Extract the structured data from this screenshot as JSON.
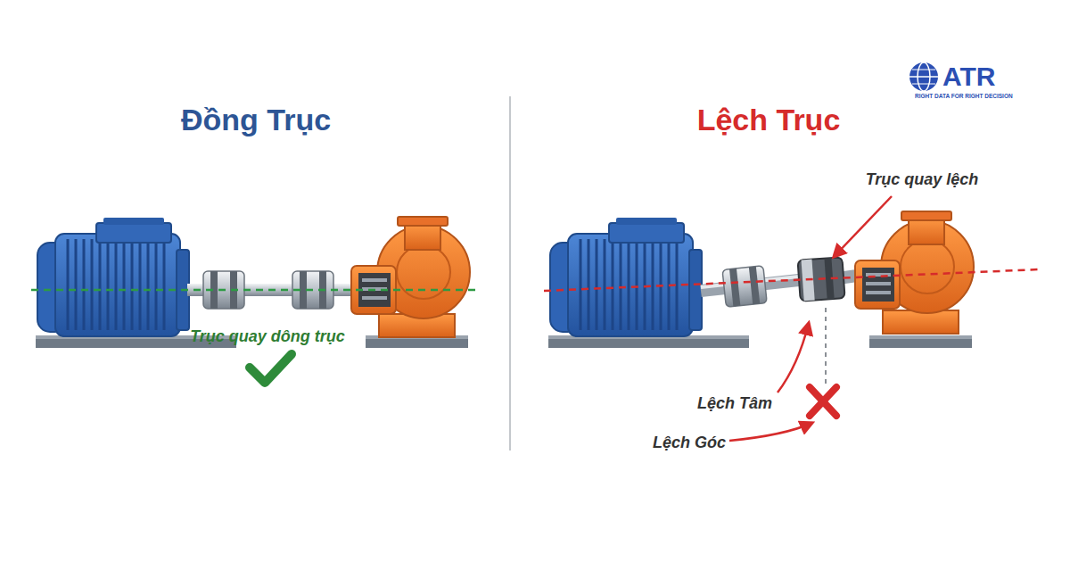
{
  "diagram": {
    "labels": [
      "Đồng Trục",
      "Trục quay dông trục",
      "Lệch Trục",
      "Trục quay lệch",
      "Lệch Tâm",
      "Lệch Góc",
      "ATR",
      "RIGHT DATA FOR RIGHT DECISION"
    ]
  }
}
